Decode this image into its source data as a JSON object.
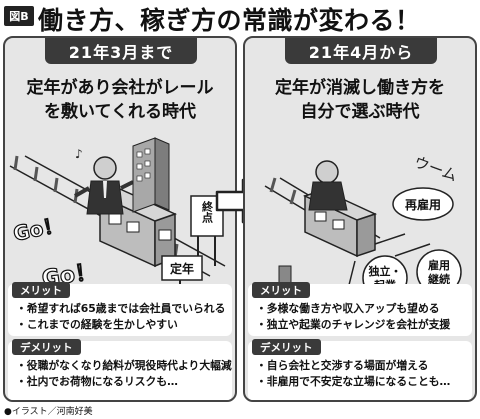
{
  "header": {
    "badge": "図B",
    "title": "働き方、稼ぎ方の常識が変わる！"
  },
  "left": {
    "period": "21年3月まで",
    "subtitle_line1": "定年があり会社がレール",
    "subtitle_line2": "を敷いてくれる時代",
    "sign_terminal": "終点",
    "sign_retire": "定年",
    "go1": "Go！",
    "go2": "Go！",
    "merit_label": "メリット",
    "merits": [
      "・希望すれば65歳までは会社員でいられる",
      "・これまでの経験を生かしやすい"
    ],
    "demerit_label": "デメリット",
    "demerits": [
      "・役職がなくなり給料が現役時代より大幅減",
      "・社内でお荷物になるリスクも…"
    ]
  },
  "right": {
    "period": "21年4月から",
    "subtitle_line1": "定年が消滅し働き方を",
    "subtitle_line2": "自分で選ぶ時代",
    "bubble_rehire": "再雇用",
    "bubble_indep_1": "独立・",
    "bubble_indep_2": "起業",
    "bubble_cont_1": "雇用",
    "bubble_cont_2": "継続",
    "thought": "ウーム",
    "merit_label": "メリット",
    "merits": [
      "・多様な働き方や収入アップも望める",
      "・独立や起業のチャレンジを会社が支援"
    ],
    "demerit_label": "デメリット",
    "demerits": [
      "・自ら会社と交渉する場面が増える",
      "・非雇用で不安定な立場になることも…"
    ]
  },
  "credit": "●イラスト／河南好美",
  "colors": {
    "dark": "#3a3a3a",
    "panel_bg": "#e6e6e6",
    "text": "#111111"
  },
  "icons": {
    "arrow": "right-arrow-icon",
    "train_left": "train-icon",
    "train_right": "train-icon"
  }
}
